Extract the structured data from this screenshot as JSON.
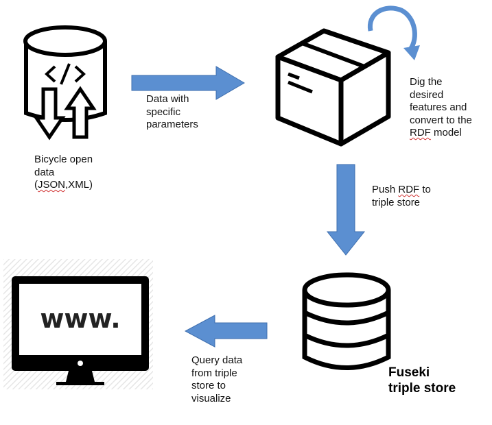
{
  "colors": {
    "arrow_fill": "#5b8fd1",
    "arrow_stroke": "#3f6fae",
    "icon_stroke": "#000000",
    "screen_stripes": "#e6e6e6"
  },
  "nodes": {
    "source": {
      "icon": "database-code-icon",
      "label_lines": [
        "Bicycle open",
        "data"
      ],
      "label_json": "JSON",
      "label_xml": ",XML)",
      "label_paren": "("
    },
    "processor": {
      "icon": "box-icon",
      "loop_icon": "refresh-arrow-icon",
      "label_lines": [
        "Dig the",
        "desired",
        "features and",
        "convert to the"
      ],
      "label_rdf": "RDF",
      "label_model": " model"
    },
    "store": {
      "icon": "database-stack-icon",
      "title_lines": [
        "Fuseki",
        "triple store"
      ]
    },
    "client": {
      "icon": "monitor-icon",
      "screen_text": "www."
    }
  },
  "edges": {
    "source_to_processor": {
      "label_lines": [
        "Data with",
        "specific",
        "parameters"
      ]
    },
    "processor_to_store": {
      "label_push": "Push ",
      "label_rdf": "RDF",
      "label_to": " to",
      "label_line2": "triple store"
    },
    "store_to_client": {
      "label_lines": [
        "Query data",
        "from triple",
        "store to",
        "visualize"
      ]
    }
  }
}
